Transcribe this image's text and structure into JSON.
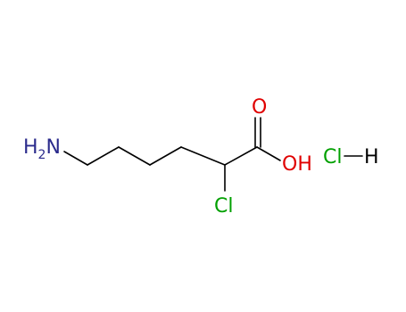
{
  "molecule": {
    "atoms": {
      "amine": {
        "main": "H",
        "sub": "2",
        "tail": "N",
        "color": "#2b2b8c"
      },
      "carbonyl_oxygen": {
        "label": "O",
        "color": "#e00000"
      },
      "hydroxyl": {
        "label": "OH",
        "color": "#e00000"
      },
      "chlorine": {
        "label": "Cl",
        "color": "#00a000"
      }
    },
    "bond_color": "#000000"
  },
  "salt": {
    "chlorine": {
      "label": "Cl",
      "color": "#00a000"
    },
    "hydrogen": {
      "label": "H",
      "color": "#000000"
    }
  }
}
